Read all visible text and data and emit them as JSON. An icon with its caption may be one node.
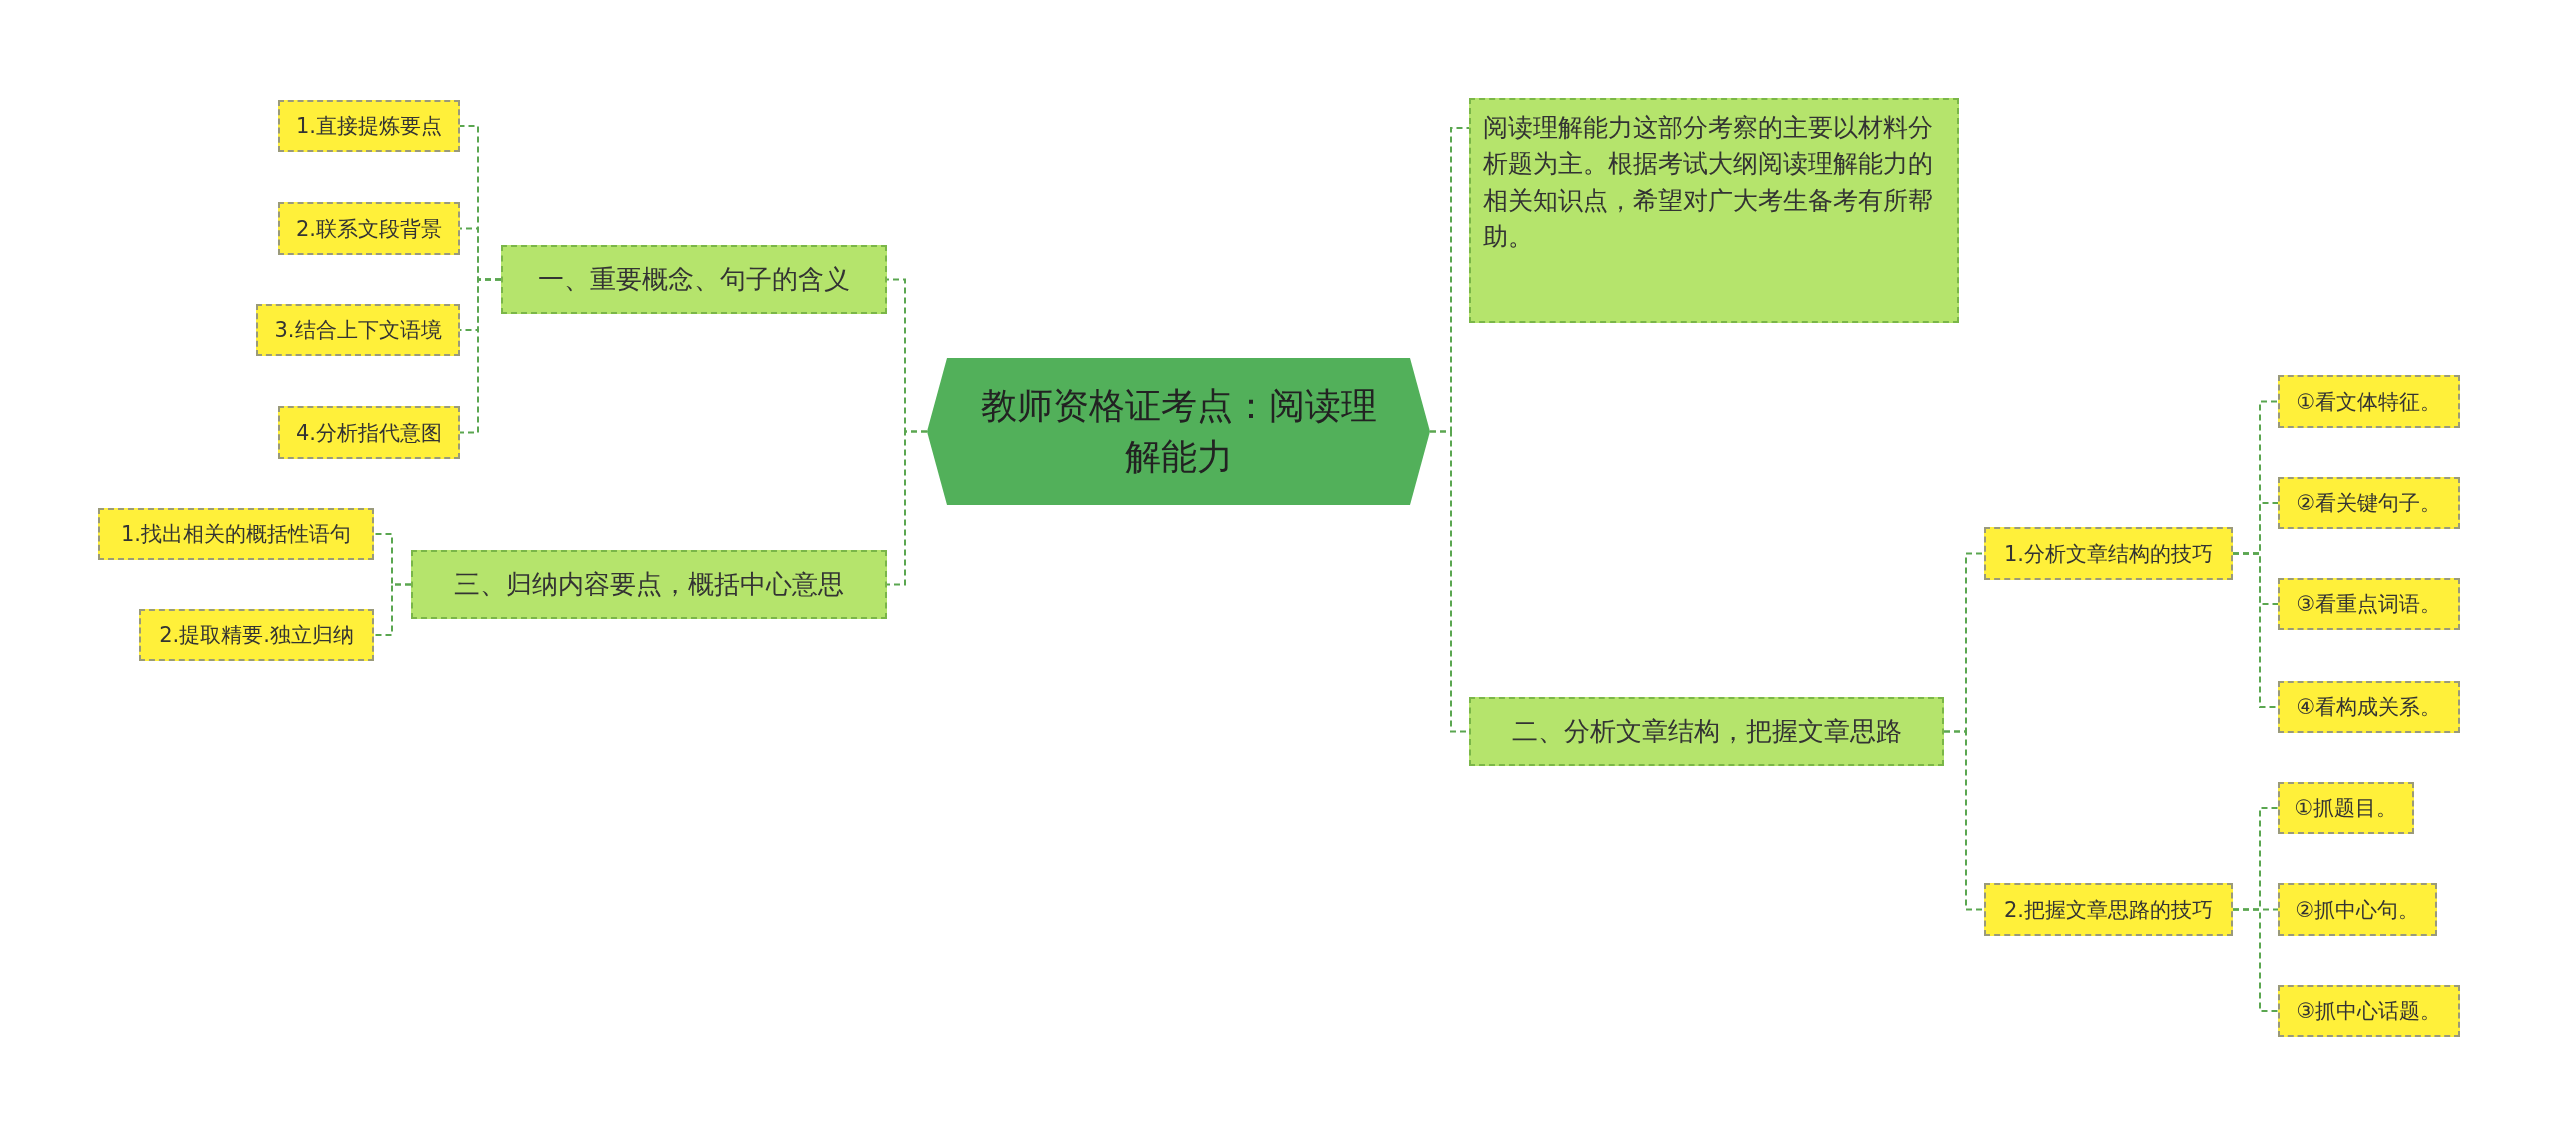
{
  "diagram": {
    "nodes": [
      {
        "text": [
          "教师资格证考点：阅读理解能力"
        ]
      },
      {
        "text": [
          "一、重要概念、句子的含义"
        ]
      },
      {
        "text": [
          "1.直接提炼要点"
        ]
      },
      {
        "text": [
          "2.联系文段背景"
        ]
      },
      {
        "text": [
          "3.结合上下文语境"
        ]
      },
      {
        "text": [
          "4.分析指代意图"
        ]
      },
      {
        "text": [
          "三、归纳内容要点，概括中心意思"
        ]
      },
      {
        "text": [
          "1.找出相关的概括性语句"
        ]
      },
      {
        "text": [
          "2.提取精要.独立归纳"
        ]
      },
      {
        "text": [
          "阅读理解能力这部分考察的主要以材料分析题为主。根据考试大纲阅读理解能力的相关知识点，希望对广大考生备考有所帮助。"
        ]
      },
      {
        "text": [
          "二、分析文章结构，把握文章思路"
        ]
      },
      {
        "text": [
          "1.分析文章结构的技巧"
        ]
      },
      {
        "text": [
          "①看文体特征。"
        ]
      },
      {
        "text": [
          "②看关键句子。"
        ]
      },
      {
        "text": [
          "③看重点词语。"
        ]
      },
      {
        "text": [
          "④看构成关系。"
        ]
      },
      {
        "text": [
          "2.把握文章思路的技巧"
        ]
      },
      {
        "text": [
          "①抓题目。"
        ]
      },
      {
        "text": [
          "②抓中心句。"
        ]
      },
      {
        "text": [
          "③抓中心话题。"
        ]
      }
    ],
    "edges": [
      {
        "from": 0,
        "to": 1,
        "arrow": "none"
      },
      {
        "from": 1,
        "to": 2,
        "arrow": "none"
      },
      {
        "from": 1,
        "to": 3,
        "arrow": "none"
      },
      {
        "from": 1,
        "to": 4,
        "arrow": "none"
      },
      {
        "from": 1,
        "to": 5,
        "arrow": "none"
      },
      {
        "from": 0,
        "to": 6,
        "arrow": "none"
      },
      {
        "from": 6,
        "to": 7,
        "arrow": "none"
      },
      {
        "from": 6,
        "to": 8,
        "arrow": "none"
      },
      {
        "from": 0,
        "to": 9,
        "arrow": "none"
      },
      {
        "from": 0,
        "to": 10,
        "arrow": "none"
      },
      {
        "from": 10,
        "to": 11,
        "arrow": "none"
      },
      {
        "from": 11,
        "to": 12,
        "arrow": "none"
      },
      {
        "from": 11,
        "to": 13,
        "arrow": "none"
      },
      {
        "from": 11,
        "to": 14,
        "arrow": "none"
      },
      {
        "from": 11,
        "to": 15,
        "arrow": "none"
      },
      {
        "from": 10,
        "to": 16,
        "arrow": "none"
      },
      {
        "from": 16,
        "to": 17,
        "arrow": "none"
      },
      {
        "from": 16,
        "to": 18,
        "arrow": "none"
      },
      {
        "from": 16,
        "to": 19,
        "arrow": "none"
      }
    ]
  }
}
